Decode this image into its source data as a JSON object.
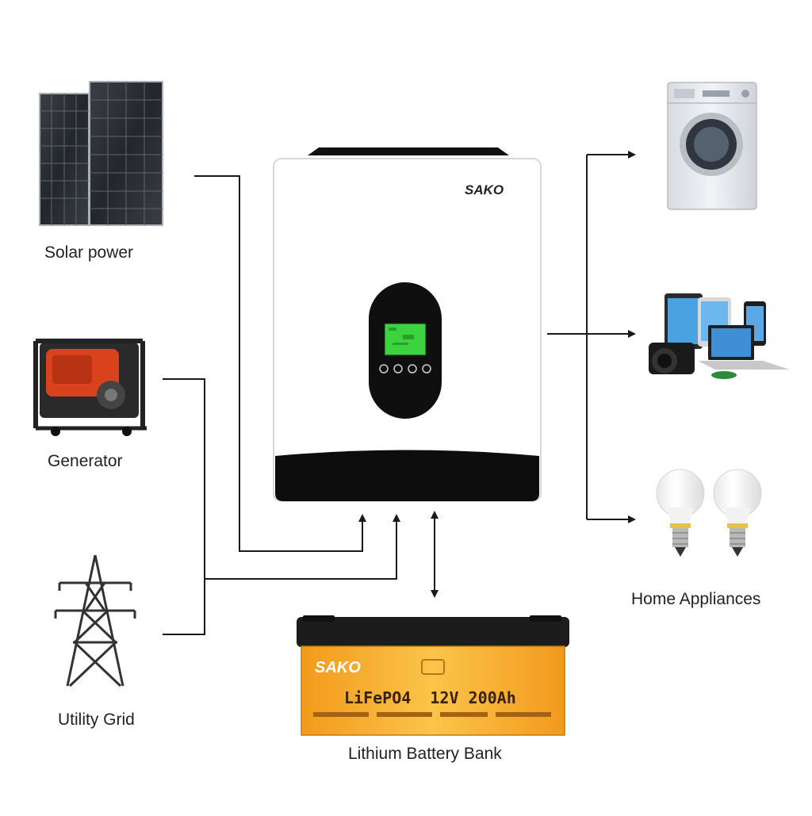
{
  "sources": {
    "solar": "Solar power",
    "generator": "Generator",
    "grid": "Utility Grid"
  },
  "inverter": {
    "brand": "SAKO"
  },
  "battery": {
    "brand": "SAKO",
    "model": "LiFePO4  12V 200Ah",
    "label": "Lithium Battery Bank"
  },
  "loads": {
    "label": "Home Appliances"
  },
  "colors": {
    "line": "#1a1a1a",
    "inverter_body": "#ffffff",
    "inverter_base": "#0d0d0d",
    "lcd": "#37d43a",
    "battery_face": "#f5a623",
    "battery_top": "#1c1c1c"
  }
}
